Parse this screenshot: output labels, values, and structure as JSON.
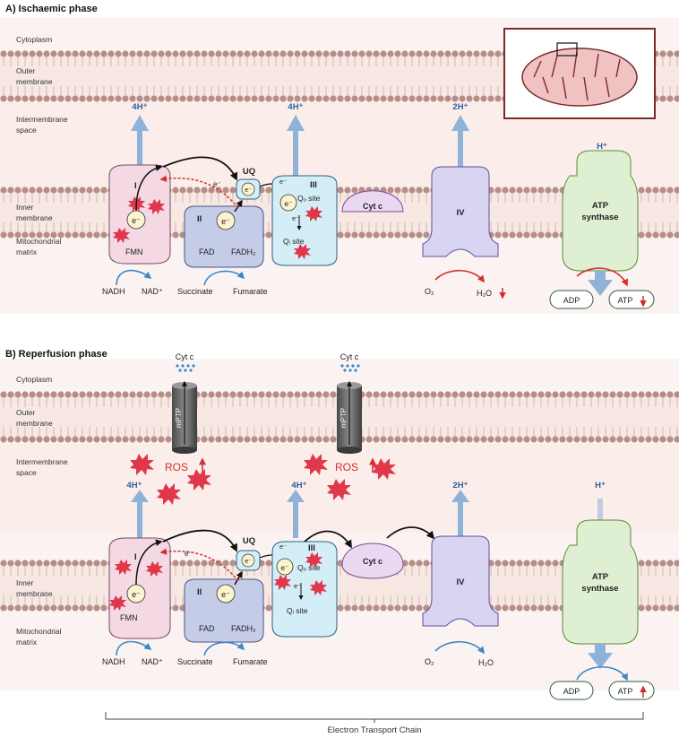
{
  "panels": {
    "a": {
      "title": "A) Ischaemic phase",
      "regions": {
        "cytoplasm": "Cytoplasm",
        "outer_membrane": [
          "Outer",
          "membrane"
        ],
        "intermembrane_space": [
          "Intermembrane",
          "space"
        ],
        "inner_membrane": [
          "Inner",
          "membrane"
        ],
        "matrix": [
          "Mitochondrial",
          "matrix"
        ]
      },
      "protons": {
        "c1": "4H⁺",
        "c3": "4H⁺",
        "c4": "2H⁺",
        "atp": "H⁺"
      },
      "complex_i": {
        "numeral": "I",
        "electron": "e⁻",
        "cofactor": "FMN",
        "ros": "ROS"
      },
      "complex_ii": {
        "numeral": "II",
        "electron": "e⁻",
        "fad": "FAD",
        "fadh2": "FADH₂"
      },
      "ubiquinone": {
        "label": "UQ",
        "electron": "e⁻"
      },
      "complex_iii": {
        "numeral": "III",
        "qo_site": "Qₒ site",
        "qi_site": "Qᵢ site",
        "electron": "e⁻"
      },
      "cyt_c": "Cyt c",
      "complex_iv": "IV",
      "atp_synthase": [
        "ATP",
        "synthase"
      ],
      "substrates": {
        "nadh": "NADH",
        "nad": "NAD⁺",
        "succinate": "Succinate",
        "fumarate": "Fumarate",
        "o2": "O₂",
        "h2o": "H₂O"
      },
      "adp": "ADP",
      "atp": "ATP",
      "reverse_e": "e⁻"
    },
    "b": {
      "title": "B) Reperfusion phase",
      "regions": {
        "cytoplasm": "Cytoplasm",
        "outer_membrane": [
          "Outer",
          "membrane"
        ],
        "intermembrane_space": [
          "Intermembrane",
          "space"
        ],
        "inner_membrane": [
          "Inner",
          "membrane"
        ],
        "matrix": [
          "Mitochondrial",
          "matrix"
        ]
      },
      "mptp": "mPTP",
      "cyt_c_release": "Cyt c",
      "ros_big": "ROS",
      "protons": {
        "c1": "4H⁺",
        "c3": "4H⁺",
        "c4": "2H⁺",
        "atp": "H⁺"
      },
      "complex_i": {
        "numeral": "I",
        "electron": "e⁻",
        "cofactor": "FMN"
      },
      "complex_ii": {
        "numeral": "II",
        "electron": "e⁻",
        "fad": "FAD",
        "fadh2": "FADH₂"
      },
      "ubiquinone": {
        "label": "UQ",
        "electron": "e⁻"
      },
      "complex_iii": {
        "numeral": "III",
        "qo_site": "Qₒ site",
        "qi_site": "Qᵢ site",
        "electron": "e⁻"
      },
      "cyt_c": "Cyt c",
      "complex_iv": "IV",
      "atp_synthase": [
        "ATP",
        "synthase"
      ],
      "substrates": {
        "nadh": "NADH",
        "nad": "NAD⁺",
        "succinate": "Succinate",
        "fumarate": "Fumarate",
        "o2": "O₂",
        "h2o": "H₂O"
      },
      "adp": "ADP",
      "atp": "ATP",
      "reverse_e": "e⁻"
    }
  },
  "bracket_label": "Electron Transport Chain",
  "colors": {
    "space_bg": "#fbeeea",
    "matrix_bg": "#fbf3f1",
    "lipid_head": "#b68e88",
    "proton_arrow": "#8fb3d8",
    "complex_i": "#f4d8e4",
    "complex_ii": "#c5cce8",
    "complex_iii": "#d3eef6",
    "cyt_c": "#ead8f2",
    "complex_iv": "#d9d4f2",
    "atp_synthase": "#dff0d2",
    "ros": "#e0384b",
    "down_up_arrow": "#d0312d",
    "blue_arrow": "#3a87c9",
    "frame": "#7a2a2a"
  }
}
